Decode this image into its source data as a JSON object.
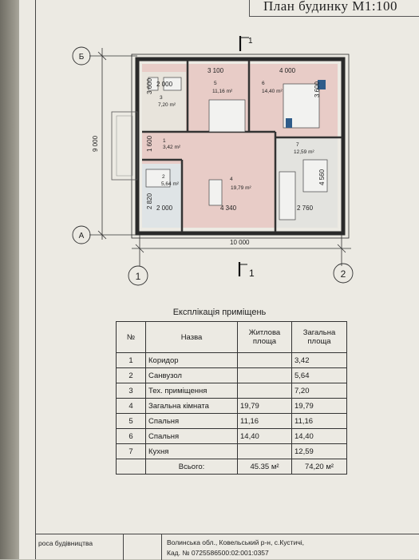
{
  "header": {
    "title": "План будинку  М1:100"
  },
  "plan": {
    "axes": {
      "top": "Б",
      "bottom": "А",
      "left": "1",
      "right": "2"
    },
    "section_marks": [
      "1",
      "1"
    ],
    "dimensions": {
      "total_width": "10 000",
      "total_height": "9 000",
      "top_left": "3 100",
      "top_right": "4 000",
      "d_2000_top": "2 000",
      "d_3600_left": "3 600",
      "d_3600_right": "3 600",
      "d_1600": "1 600",
      "d_4560": "4 560",
      "d_2820": "2 820",
      "bottom_1": "2 000",
      "bottom_2": "4 340",
      "bottom_3": "2 760"
    },
    "rooms": [
      {
        "num": "1",
        "area": "3,42 m²"
      },
      {
        "num": "2",
        "area": "5,64 m²"
      },
      {
        "num": "3",
        "area": "7,20 m²"
      },
      {
        "num": "4",
        "area": "19,79 m²"
      },
      {
        "num": "5",
        "area": "11,16 m²"
      },
      {
        "num": "6",
        "area": "14,40 m²"
      },
      {
        "num": "7",
        "area": "12,59 m²"
      }
    ]
  },
  "explication": {
    "title": "Експлікація приміщень",
    "headers": [
      "№",
      "Назва",
      "Житлова площа",
      "Загальна площа"
    ],
    "rows": [
      [
        "1",
        "Коридор",
        "",
        "3,42"
      ],
      [
        "2",
        "Санвузол",
        "",
        "5,64"
      ],
      [
        "3",
        "Тех. приміщення",
        "",
        "7,20"
      ],
      [
        "4",
        "Загальна кімната",
        "19,79",
        "19,79"
      ],
      [
        "5",
        "Спальня",
        "11,16",
        "11,16"
      ],
      [
        "6",
        "Спальня",
        "14,40",
        "14,40"
      ],
      [
        "7",
        "Кухня",
        "",
        "12,59"
      ]
    ],
    "total": {
      "label": "Всього:",
      "living": "45.35 м²",
      "overall": "74,20 м²"
    }
  },
  "stamp": {
    "left": "роса будівництва",
    "line1": "Волинська обл., Ковельський р-н, с.Кустичі,",
    "line2": "Кад. № 0725586500:02:001:0357"
  },
  "colors": {
    "room_fill": "#e6c9c4",
    "wall": "#333333",
    "paper": "#eceae3"
  }
}
